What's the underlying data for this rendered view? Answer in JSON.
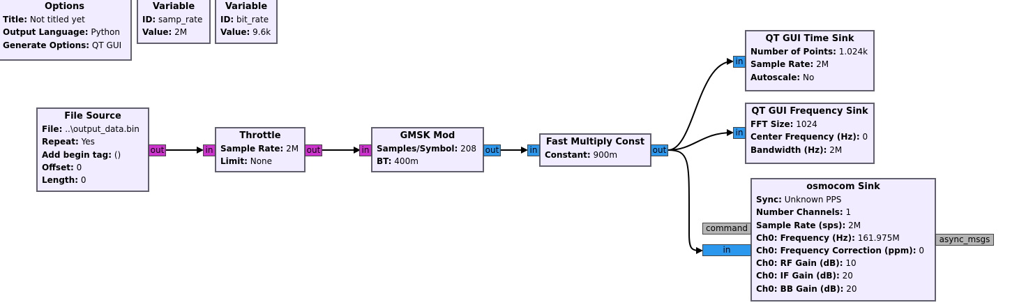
{
  "options": {
    "title": "Options",
    "rows": [
      {
        "k": "Title:",
        "v": " Not titled yet"
      },
      {
        "k": "Output Language:",
        "v": " Python"
      },
      {
        "k": "Generate Options:",
        "v": " QT GUI"
      }
    ]
  },
  "var_samp": {
    "title": "Variable",
    "rows": [
      {
        "k": "ID:",
        "v": " samp_rate"
      },
      {
        "k": "Value:",
        "v": " 2M"
      }
    ]
  },
  "var_bit": {
    "title": "Variable",
    "rows": [
      {
        "k": "ID:",
        "v": " bit_rate"
      },
      {
        "k": "Value:",
        "v": " 9.6k"
      }
    ]
  },
  "file_source": {
    "title": "File Source",
    "rows": [
      {
        "k": "File:",
        "v": " ..\\output_data.bin"
      },
      {
        "k": "Repeat:",
        "v": " Yes"
      },
      {
        "k": "Add begin tag:",
        "v": " ()"
      },
      {
        "k": "Offset:",
        "v": " 0"
      },
      {
        "k": "Length:",
        "v": " 0"
      }
    ],
    "port_out": "out"
  },
  "throttle": {
    "title": "Throttle",
    "rows": [
      {
        "k": "Sample Rate:",
        "v": " 2M"
      },
      {
        "k": "Limit:",
        "v": " None"
      }
    ],
    "port_in": "in",
    "port_out": "out"
  },
  "gmsk": {
    "title": "GMSK Mod",
    "rows": [
      {
        "k": "Samples/Symbol:",
        "v": " 208"
      },
      {
        "k": "BT:",
        "v": " 400m"
      }
    ],
    "port_in": "in",
    "port_out": "out"
  },
  "multiply": {
    "title": "Fast Multiply Const",
    "rows": [
      {
        "k": "Constant:",
        "v": " 900m"
      }
    ],
    "port_in": "in",
    "port_out": "out"
  },
  "time_sink": {
    "title": "QT GUI Time Sink",
    "rows": [
      {
        "k": "Number of Points:",
        "v": " 1.024k"
      },
      {
        "k": "Sample Rate:",
        "v": " 2M"
      },
      {
        "k": "Autoscale:",
        "v": " No"
      }
    ],
    "port_in": "in"
  },
  "freq_sink": {
    "title": "QT GUI Frequency Sink",
    "rows": [
      {
        "k": "FFT Size:",
        "v": " 1024"
      },
      {
        "k": "Center Frequency (Hz):",
        "v": " 0"
      },
      {
        "k": "Bandwidth (Hz):",
        "v": " 2M"
      }
    ],
    "port_in": "in"
  },
  "osmocom": {
    "title": "osmocom Sink",
    "rows": [
      {
        "k": "Sync:",
        "v": " Unknown PPS"
      },
      {
        "k": "Number Channels:",
        "v": " 1"
      },
      {
        "k": "Sample Rate (sps):",
        "v": " 2M"
      },
      {
        "k": "Ch0: Frequency (Hz):",
        "v": " 161.975M"
      },
      {
        "k": "Ch0: Frequency Correction (ppm):",
        "v": " 0"
      },
      {
        "k": "Ch0: RF Gain (dB):",
        "v": " 10"
      },
      {
        "k": "Ch0: IF Gain (dB):",
        "v": " 20"
      },
      {
        "k": "Ch0: BB Gain (dB):",
        "v": " 20"
      }
    ],
    "port_command": "command",
    "port_in": "in",
    "port_async": "async_msgs"
  },
  "colors": {
    "block_bg": "#f1ecff",
    "block_border": "#5f5f6e",
    "byte_port": "#cc33cc",
    "complex_port": "#2b98ee",
    "message_port": "#b5b5b5",
    "wire": "#000000"
  }
}
